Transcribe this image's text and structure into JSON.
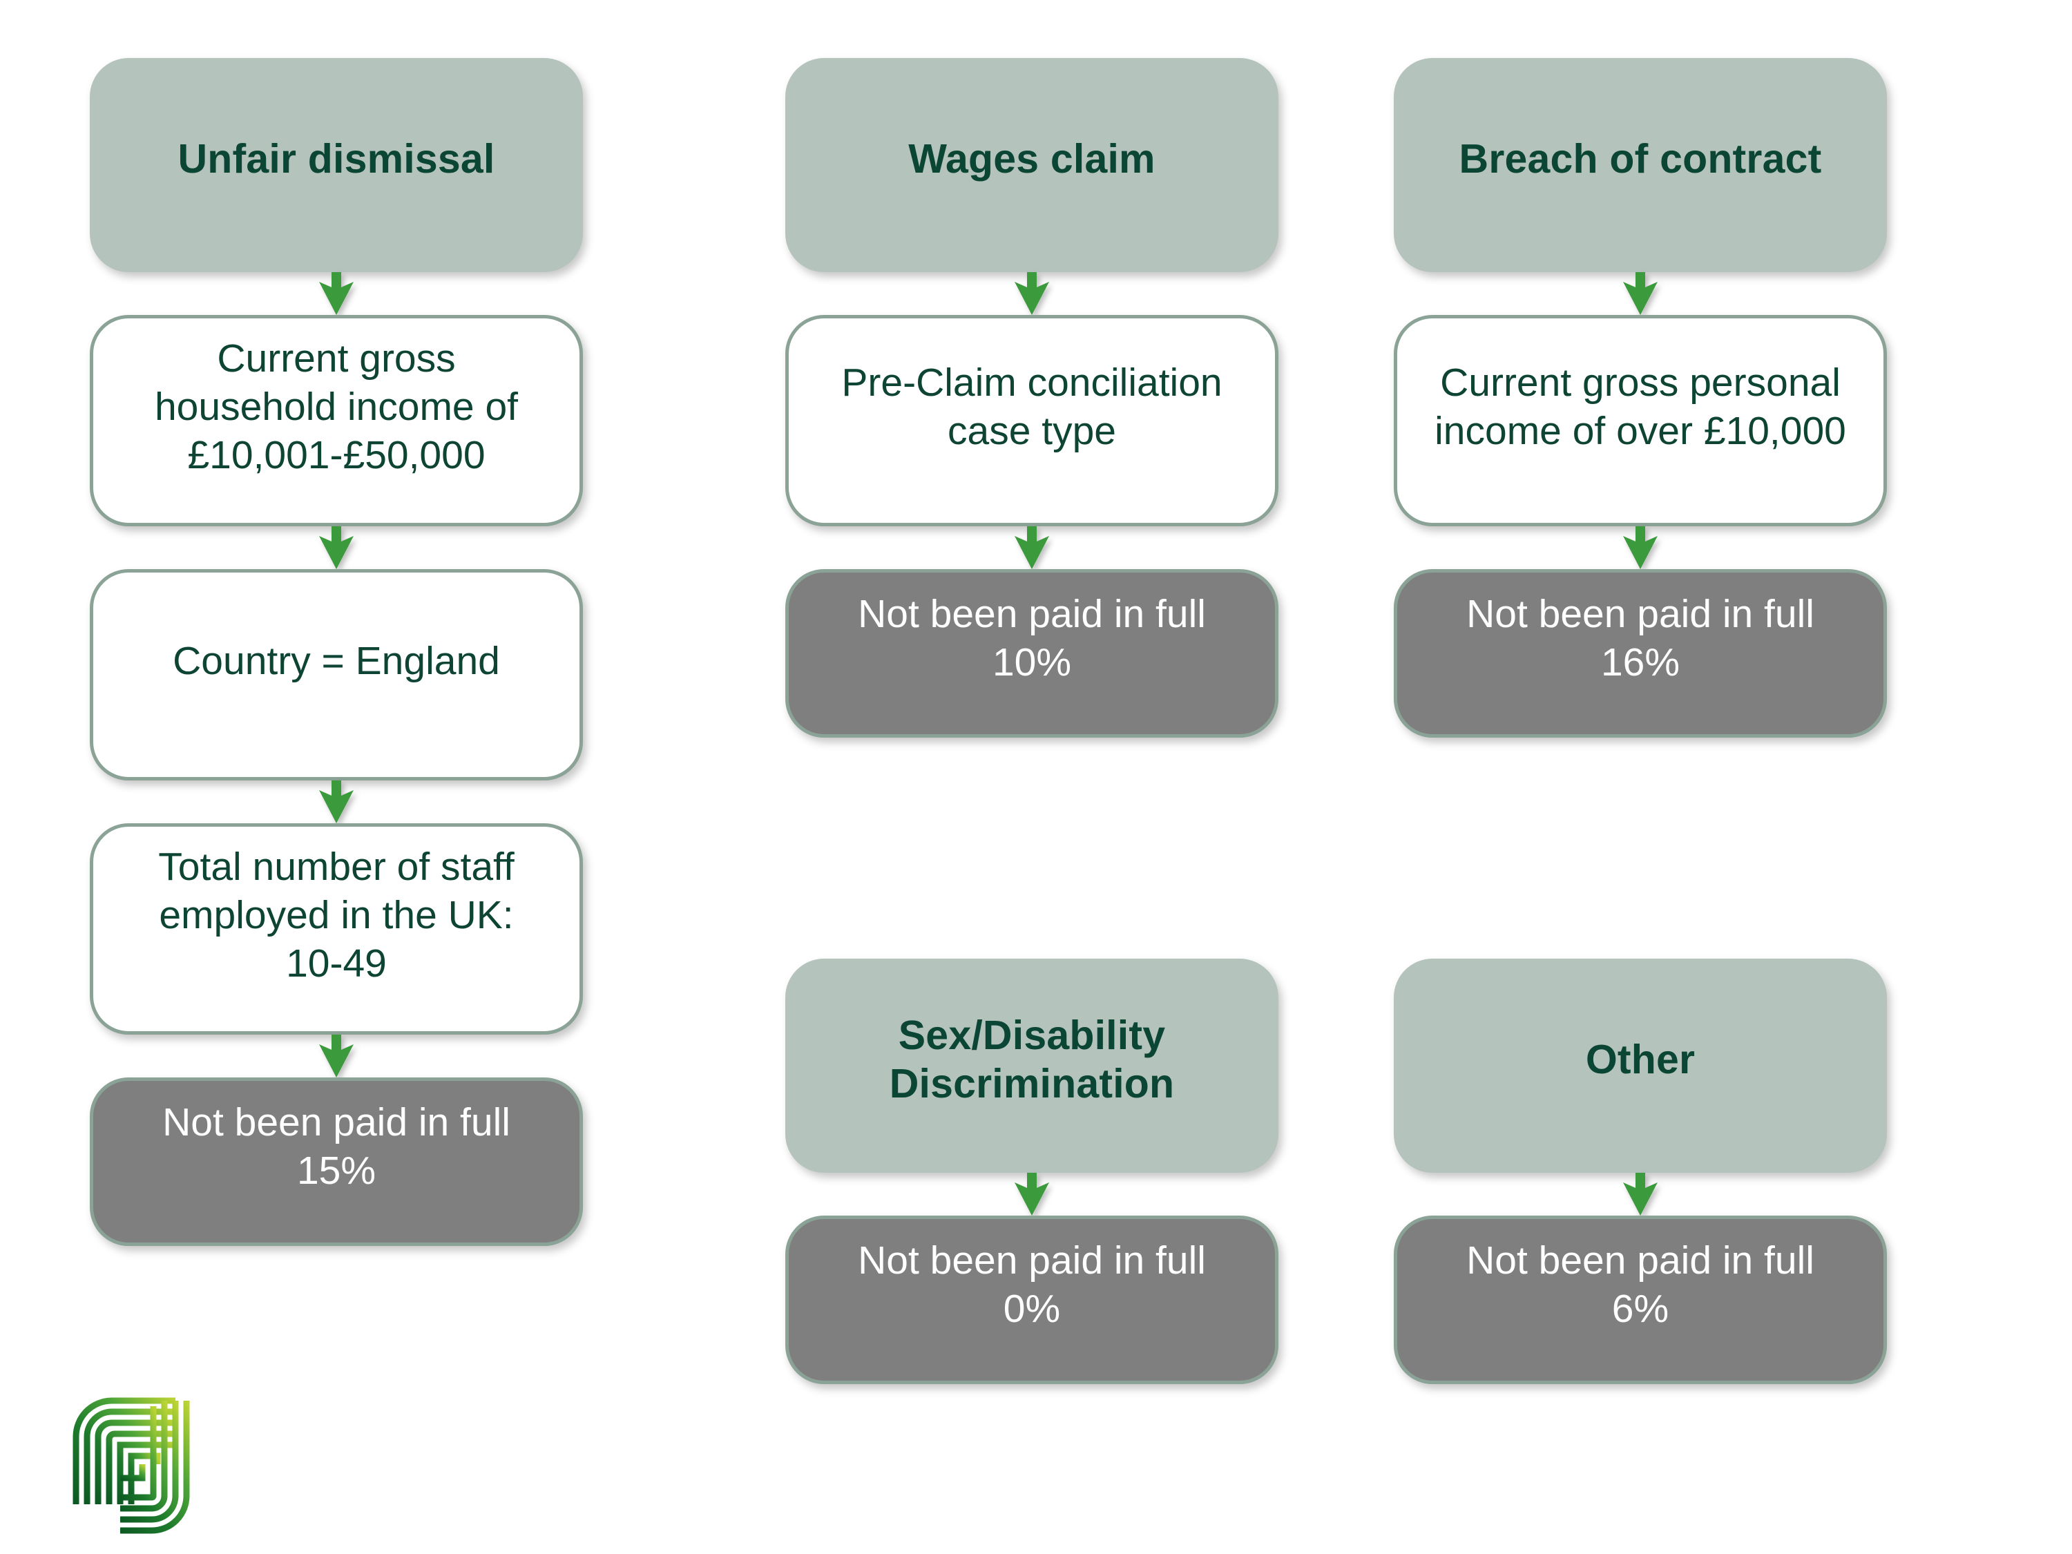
{
  "page": {
    "title": "Claim type decision flow",
    "background_color": "#ffffff"
  },
  "theme": {
    "header_fill": "#b5c3bd",
    "header_text": "#0b4534",
    "condition_fill": "#ffffff",
    "condition_border": "#8ba297",
    "condition_text": "#0d4434",
    "result_fill": "#7f7f7f",
    "result_text": "#ffffff",
    "arrow_color": "#3b9a3b"
  },
  "icons": {
    "arrow_down": "arrow-down-icon",
    "logo": "iff-logo-icon"
  },
  "columns": [
    {
      "id": "unfair-dismissal",
      "header": "Unfair dismissal",
      "steps": [
        "Current gross\nhousehold income of\n£10,001-£50,000",
        "Country = England",
        "Total number of staff\nemployed in the UK:\n10-49"
      ],
      "result": {
        "label": "Not been paid in full",
        "value": "15%"
      }
    },
    {
      "id": "wages-claim",
      "header": "Wages claim",
      "steps": [
        "Pre-Claim conciliation\ncase type"
      ],
      "result": {
        "label": "Not been paid in full",
        "value": "10%"
      }
    },
    {
      "id": "breach-of-contract",
      "header": "Breach of contract",
      "steps": [
        "Current gross personal\nincome of over £10,000"
      ],
      "result": {
        "label": "Not been paid in full",
        "value": "16%"
      }
    },
    {
      "id": "sex-disability-discrimination",
      "header": "Sex/Disability\nDiscrimination",
      "steps": [],
      "result": {
        "label": "Not been paid in full",
        "value": "0%"
      }
    },
    {
      "id": "other",
      "header": "Other",
      "steps": [],
      "result": {
        "label": "Not been paid in full",
        "value": "6%"
      }
    }
  ],
  "flow": {
    "unfair_dismissal": {
      "header": "Unfair dismissal",
      "step1": "Current gross\nhousehold income of\n£10,001-£50,000",
      "step2": "Country = England",
      "step3": "Total number of staff\nemployed in the UK:\n10-49",
      "result": "Not been paid in full\n15%"
    },
    "wages_claim": {
      "header": "Wages claim",
      "step1": "Pre-Claim conciliation\ncase type",
      "result": "Not been paid in full\n10%"
    },
    "breach_of_contract": {
      "header": "Breach of contract",
      "step1": "Current gross personal\nincome of over £10,000",
      "result": "Not been paid in full\n16%"
    },
    "sex_disability": {
      "header": "Sex/Disability\nDiscrimination",
      "result": "Not been paid in full\n0%"
    },
    "other": {
      "header": "Other",
      "result": "Not been paid in full\n6%"
    }
  }
}
